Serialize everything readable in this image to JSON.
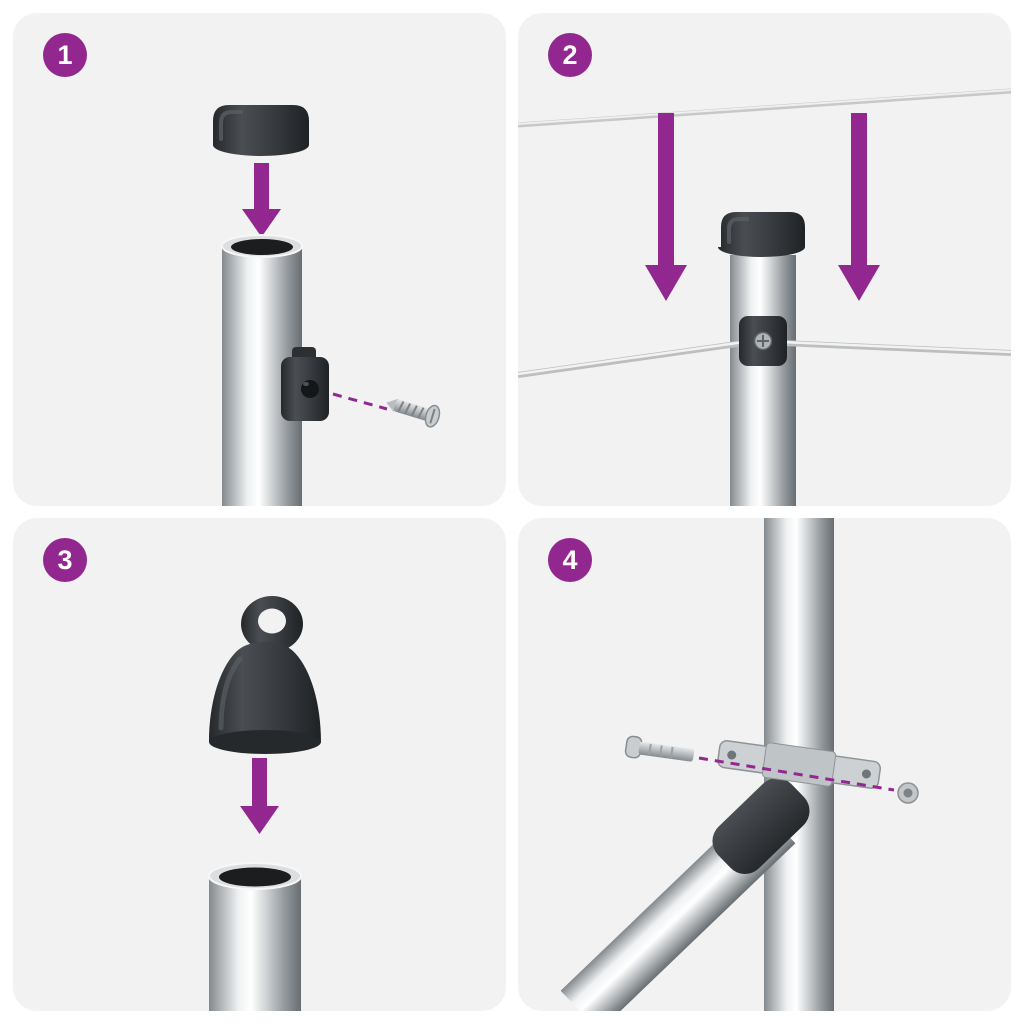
{
  "colors": {
    "accent": "#92278F",
    "panel-bg": "#F2F2F2",
    "background": "#FFFFFF",
    "part-dark": "#3A3E42",
    "metal-light": "#E8EAEB"
  },
  "steps": [
    {
      "number": "1",
      "name": "fit-post-cap-and-screw-fitting",
      "parts": [
        "post-cap",
        "down-arrow-icon",
        "metal-post",
        "clamp-fitting",
        "dashed-guide-line",
        "screw"
      ]
    },
    {
      "number": "2",
      "name": "lower-capped-post-onto-tension-wires",
      "parts": [
        "top-tension-wire",
        "down-arrow-icon",
        "down-arrow-icon",
        "capped-post",
        "lower-tension-wire",
        "wire-clamp"
      ]
    },
    {
      "number": "3",
      "name": "fit-eyelet-cap-onto-post",
      "parts": [
        "eyelet-cap",
        "down-arrow-icon",
        "open-post"
      ]
    },
    {
      "number": "4",
      "name": "bolt-brace-clamp-to-post",
      "parts": [
        "metal-post",
        "diagonal-brace",
        "brace-connector",
        "post-clamp",
        "bolt",
        "dashed-guide-line",
        "nut"
      ]
    }
  ]
}
